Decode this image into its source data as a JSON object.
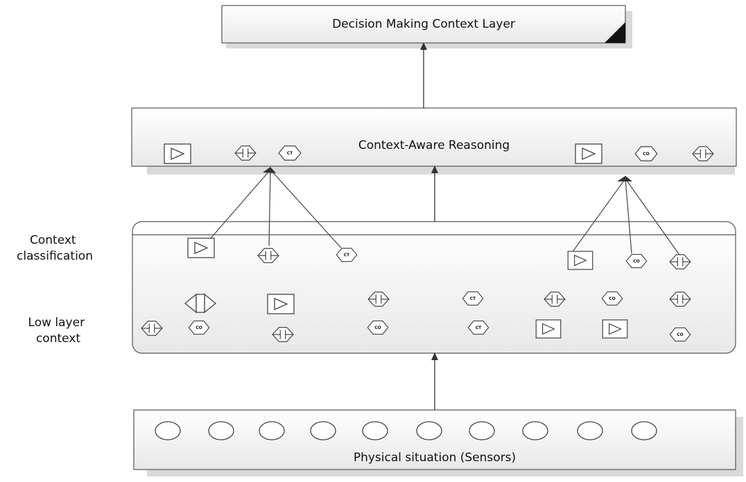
{
  "layers": {
    "decision": "Decision Making Context Layer",
    "reasoning": "Context-Aware Reasoning",
    "sensors": "Physical situation (Sensors)"
  },
  "side_labels": {
    "classification": [
      "Context",
      "classification"
    ],
    "low_layer": [
      "Low layer",
      "context"
    ]
  },
  "symbol_codes": {
    "ct": "CT",
    "co": "CO"
  },
  "colors": {
    "box_fill_top": "#ffffff",
    "box_fill_bottom": "#e6e6e6",
    "shadow": "#d6d6d6",
    "stroke": "#555555",
    "arrow": "#333333"
  }
}
